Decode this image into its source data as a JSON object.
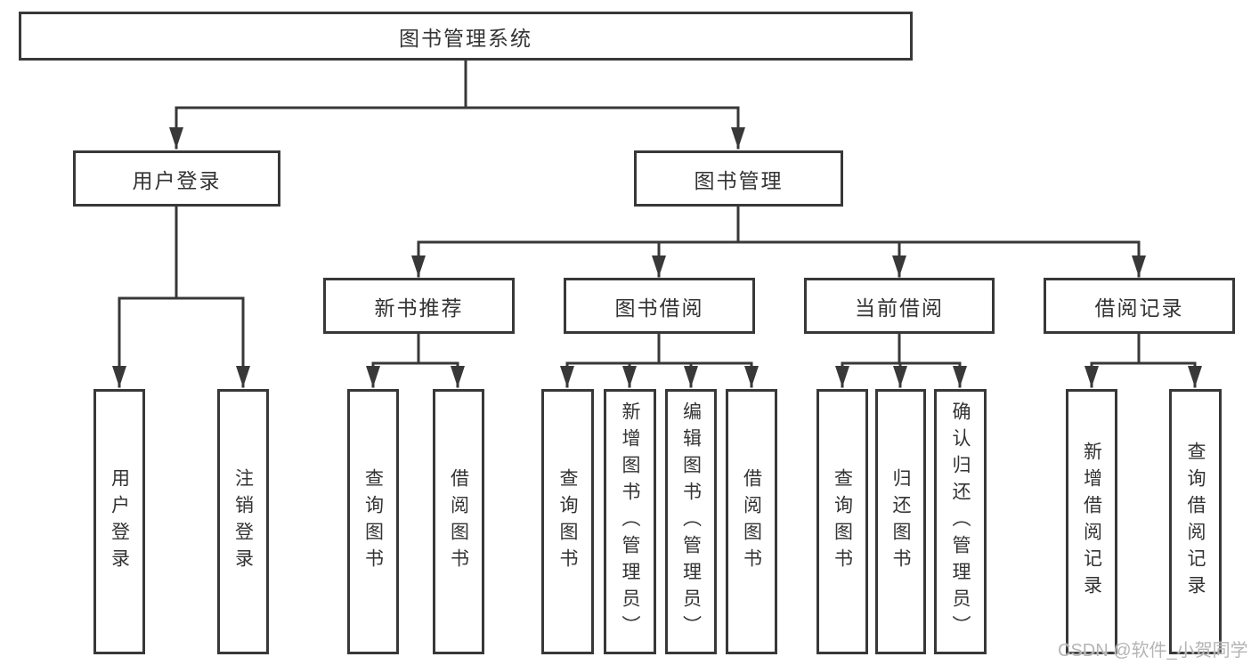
{
  "diagram": {
    "type": "hierarchy-tree",
    "root": {
      "label": "图书管理系统",
      "children": [
        {
          "label": "用户登录",
          "children": [
            {
              "label": "用户登录"
            },
            {
              "label": "注销登录"
            }
          ]
        },
        {
          "label": "图书管理",
          "children": [
            {
              "label": "新书推荐",
              "children": [
                {
                  "label": "查询图书"
                },
                {
                  "label": "借阅图书"
                }
              ]
            },
            {
              "label": "图书借阅",
              "children": [
                {
                  "label": "查询图书"
                },
                {
                  "label": "新增图书（管理员）"
                },
                {
                  "label": "编辑图书（管理员）"
                },
                {
                  "label": "借阅图书"
                }
              ]
            },
            {
              "label": "当前借阅",
              "children": [
                {
                  "label": "查询图书"
                },
                {
                  "label": "归还图书"
                },
                {
                  "label": "确认归还（管理员）"
                }
              ]
            },
            {
              "label": "借阅记录",
              "children": [
                {
                  "label": "新增借阅记录"
                },
                {
                  "label": "查询借阅记录"
                }
              ]
            }
          ]
        }
      ]
    },
    "watermark": "CSDN @软件_小贺同学",
    "colors": {
      "line": "#383838",
      "box_border": "#383838",
      "text": "#333333",
      "watermark": "#b5b5b5",
      "background": "#ffffff"
    }
  }
}
